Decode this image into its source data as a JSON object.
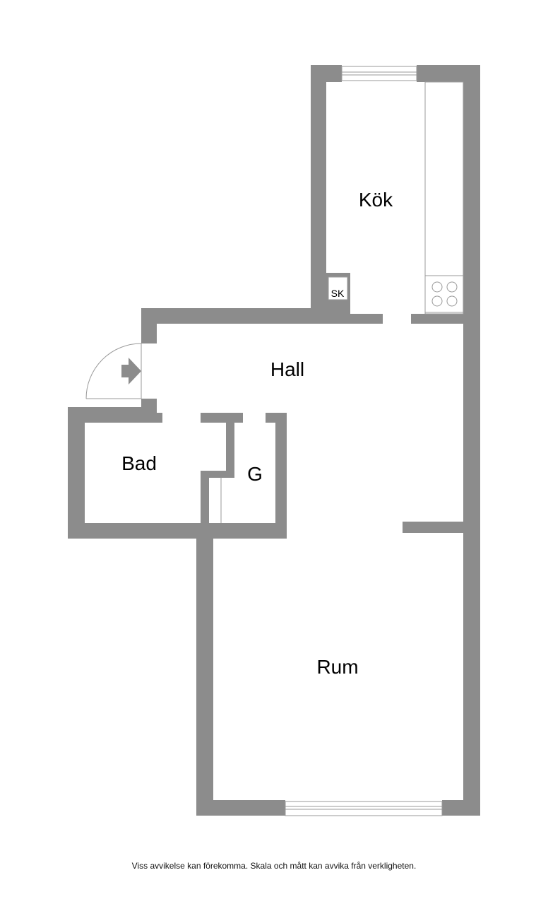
{
  "rooms": {
    "kok": "Kök",
    "hall": "Hall",
    "bad": "Bad",
    "g": "G",
    "rum": "Rum",
    "sk": "SK"
  },
  "disclaimer": "Viss avvikelse kan förekomma. Skala och mått kan avvika från verkligheten.",
  "colors": {
    "wall": "#8c8c8c",
    "background": "#ffffff",
    "text": "#000000"
  },
  "icons": {
    "entrance": "entrance-arrow-icon",
    "stove": "stove-icon"
  }
}
